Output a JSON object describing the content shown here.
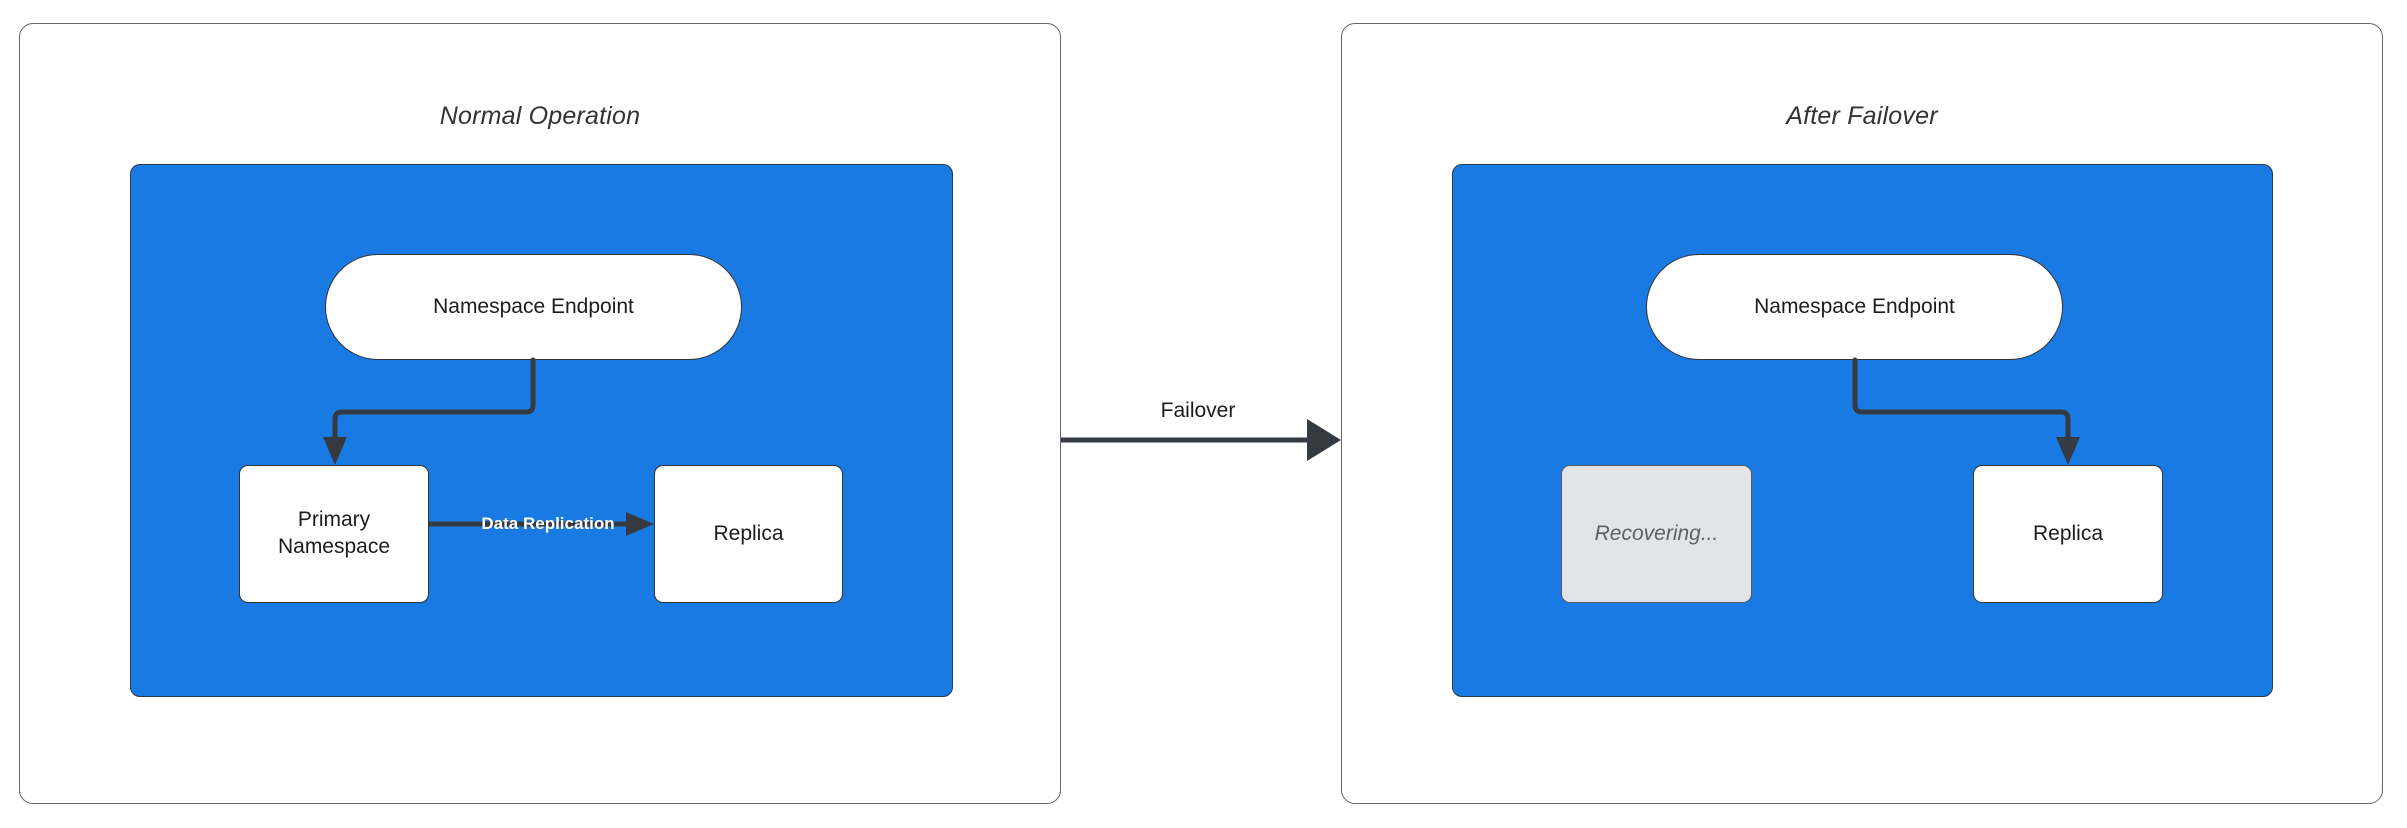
{
  "diagram": {
    "title_left": "Normal Operation",
    "title_right": "After Failover",
    "colors": {
      "zone_blue": "#1a7ae4",
      "node_white": "#ffffff",
      "node_dimmed": "#e3e4e6",
      "stroke_dark": "#343a40",
      "panel_border": "#666666"
    }
  },
  "panel_left": {
    "title": "Normal Operation",
    "nodes": {
      "endpoint": "Namespace Endpoint",
      "primary": "Primary\nNamespace",
      "primary_line1": "Primary",
      "primary_line2": "Namespace",
      "replica": "Replica"
    },
    "edges": {
      "endpoint_to_primary": "",
      "primary_to_replica": "Data Replication"
    }
  },
  "panel_right": {
    "title": "After Failover",
    "nodes": {
      "endpoint": "Namespace Endpoint",
      "recovering": "Recovering...",
      "replica": "Replica"
    },
    "edges": {
      "endpoint_to_replica": ""
    }
  },
  "transition": {
    "label": "Failover"
  }
}
